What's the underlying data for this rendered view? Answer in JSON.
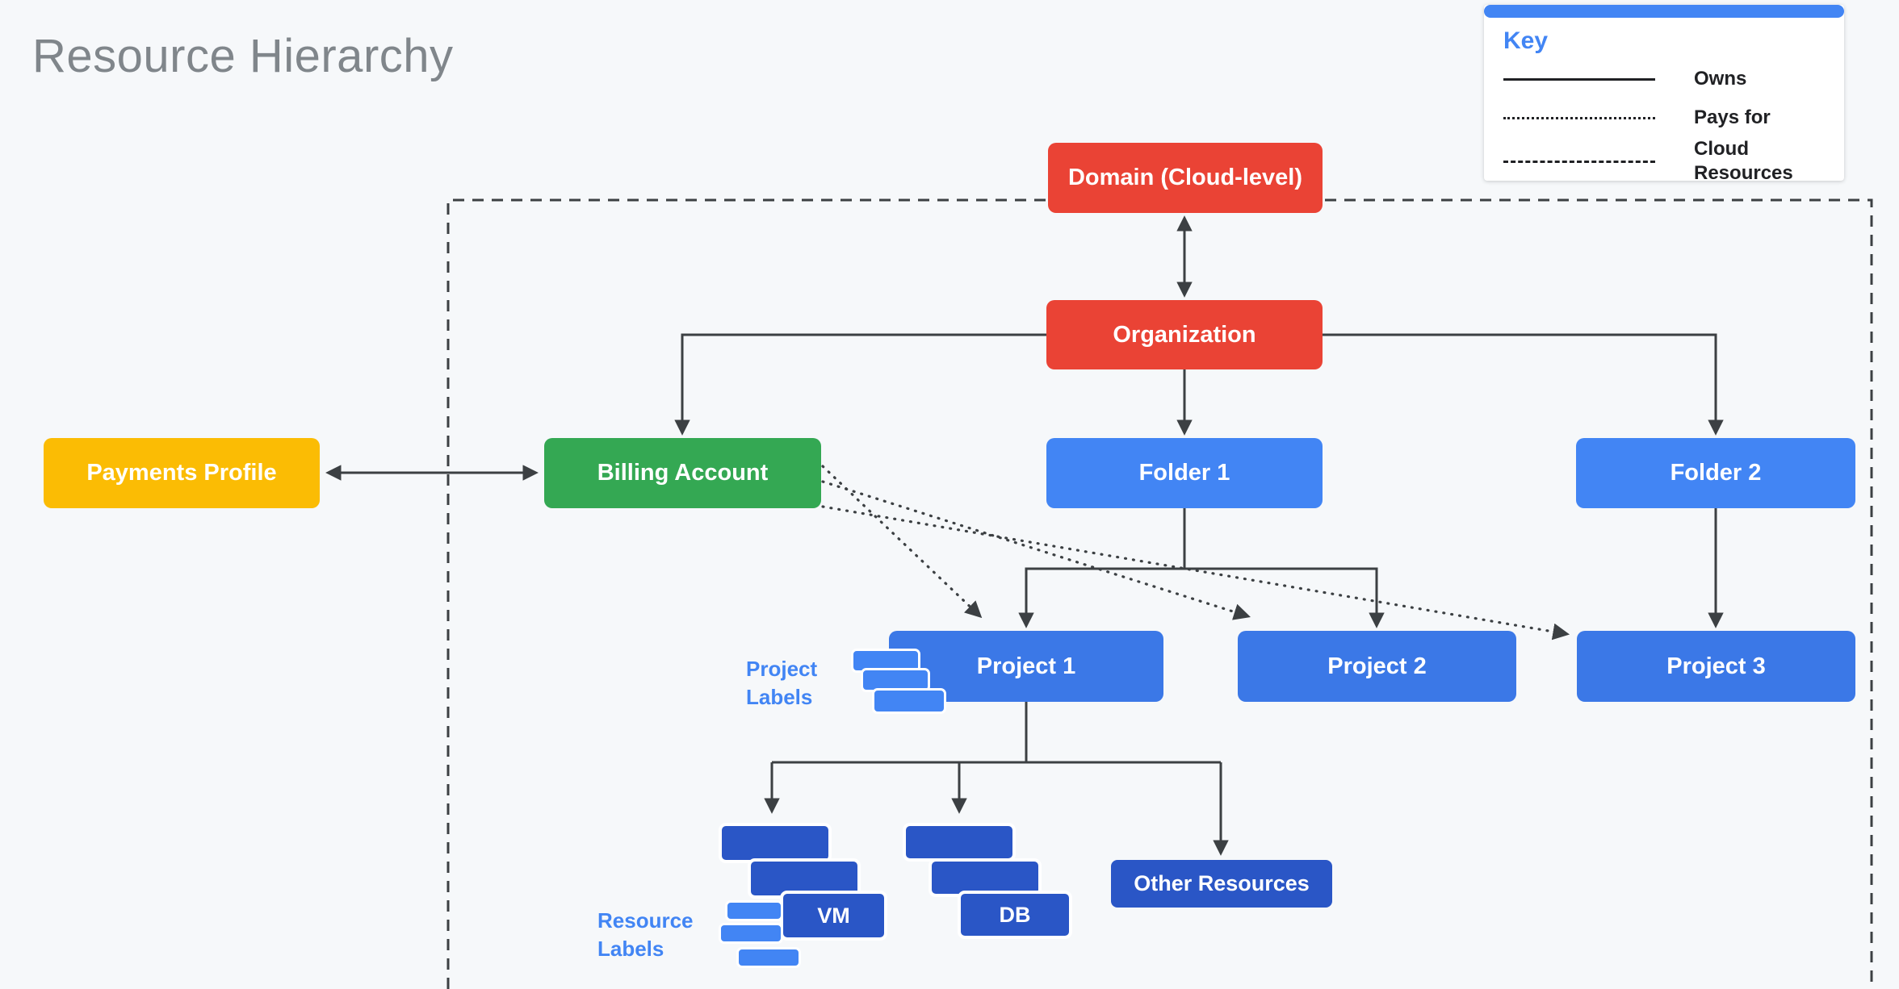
{
  "title": "Resource Hierarchy",
  "legend": {
    "title": "Key",
    "items": [
      {
        "line_style": "solid",
        "label": "Owns"
      },
      {
        "line_style": "dotted",
        "label": "Pays for"
      },
      {
        "line_style": "dashed",
        "label": "Cloud Resources"
      }
    ]
  },
  "nodes": {
    "domain": "Domain (Cloud-level)",
    "organization": "Organization",
    "payments_profile": "Payments Profile",
    "billing_account": "Billing Account",
    "folder1": "Folder 1",
    "folder2": "Folder 2",
    "project1": "Project 1",
    "project2": "Project 2",
    "project3": "Project 3",
    "other_resources": "Other Resources",
    "vm": "VM",
    "db": "DB"
  },
  "annotations": {
    "project_labels": "Project Labels",
    "resource_labels": "Resource Labels"
  },
  "colors": {
    "red": "#EA4335",
    "yellow": "#FBBC04",
    "green": "#34A853",
    "folder_blue": "#4285F4",
    "project_blue": "#3B78E7",
    "resource_blue": "#2A56C6",
    "wire": "#3C4043",
    "background": "#F6F8FA",
    "title_gray": "#80868B"
  }
}
